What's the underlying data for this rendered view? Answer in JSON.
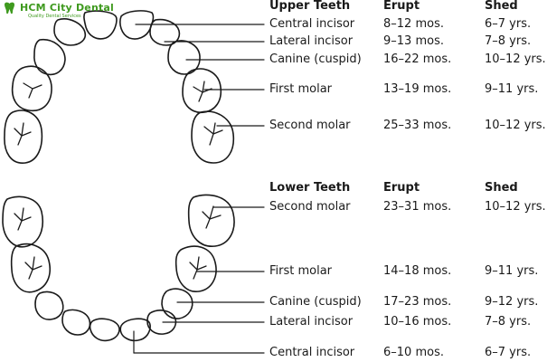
{
  "logo": {
    "name": "HCM City Dental",
    "tagline": "Quality Dental Services"
  },
  "upper": {
    "title": "Upper Teeth",
    "erupt_header": "Erupt",
    "shed_header": "Shed",
    "rows": [
      {
        "name": "Central incisor",
        "erupt": "8–12 mos.",
        "shed": "6–7 yrs."
      },
      {
        "name": "Lateral incisor",
        "erupt": "9–13 mos.",
        "shed": "7–8 yrs."
      },
      {
        "name": "Canine (cuspid)",
        "erupt": "16–22 mos.",
        "shed": "10–12 yrs."
      },
      {
        "name": "First molar",
        "erupt": "13–19 mos.",
        "shed": "9–11 yrs."
      },
      {
        "name": "Second molar",
        "erupt": "25–33 mos.",
        "shed": "10–12 yrs."
      }
    ]
  },
  "lower": {
    "title": "Lower Teeth",
    "erupt_header": "Erupt",
    "shed_header": "Shed",
    "rows": [
      {
        "name": "Second molar",
        "erupt": "23–31 mos.",
        "shed": "10–12 yrs."
      },
      {
        "name": "First molar",
        "erupt": "14–18 mos.",
        "shed": "9–11 yrs."
      },
      {
        "name": "Canine (cuspid)",
        "erupt": "17–23 mos.",
        "shed": "9–12 yrs."
      },
      {
        "name": "Lateral incisor",
        "erupt": "10–16 mos.",
        "shed": "7–8 yrs."
      },
      {
        "name": "Central incisor",
        "erupt": "6–10 mos.",
        "shed": "6–7 yrs."
      }
    ]
  }
}
